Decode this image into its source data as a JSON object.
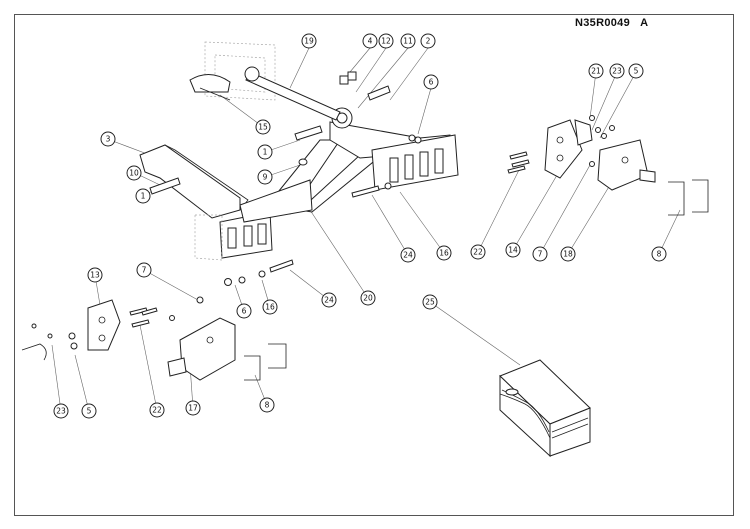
{
  "drawing": {
    "id": "N35R0049",
    "revision": "A"
  },
  "callouts": [
    {
      "label": "19"
    },
    {
      "label": "4"
    },
    {
      "label": "12"
    },
    {
      "label": "11"
    },
    {
      "label": "2"
    },
    {
      "label": "6"
    },
    {
      "label": "15"
    },
    {
      "label": "3"
    },
    {
      "label": "1"
    },
    {
      "label": "9"
    },
    {
      "label": "10"
    },
    {
      "label": "1"
    },
    {
      "label": "24"
    },
    {
      "label": "16"
    },
    {
      "label": "20"
    },
    {
      "label": "21"
    },
    {
      "label": "23"
    },
    {
      "label": "5"
    },
    {
      "label": "22"
    },
    {
      "label": "14"
    },
    {
      "label": "7"
    },
    {
      "label": "18"
    },
    {
      "label": "8"
    },
    {
      "label": "13"
    },
    {
      "label": "7"
    },
    {
      "label": "6"
    },
    {
      "label": "16"
    },
    {
      "label": "24"
    },
    {
      "label": "22"
    },
    {
      "label": "17"
    },
    {
      "label": "8"
    },
    {
      "label": "23"
    },
    {
      "label": "5"
    },
    {
      "label": "25"
    }
  ]
}
